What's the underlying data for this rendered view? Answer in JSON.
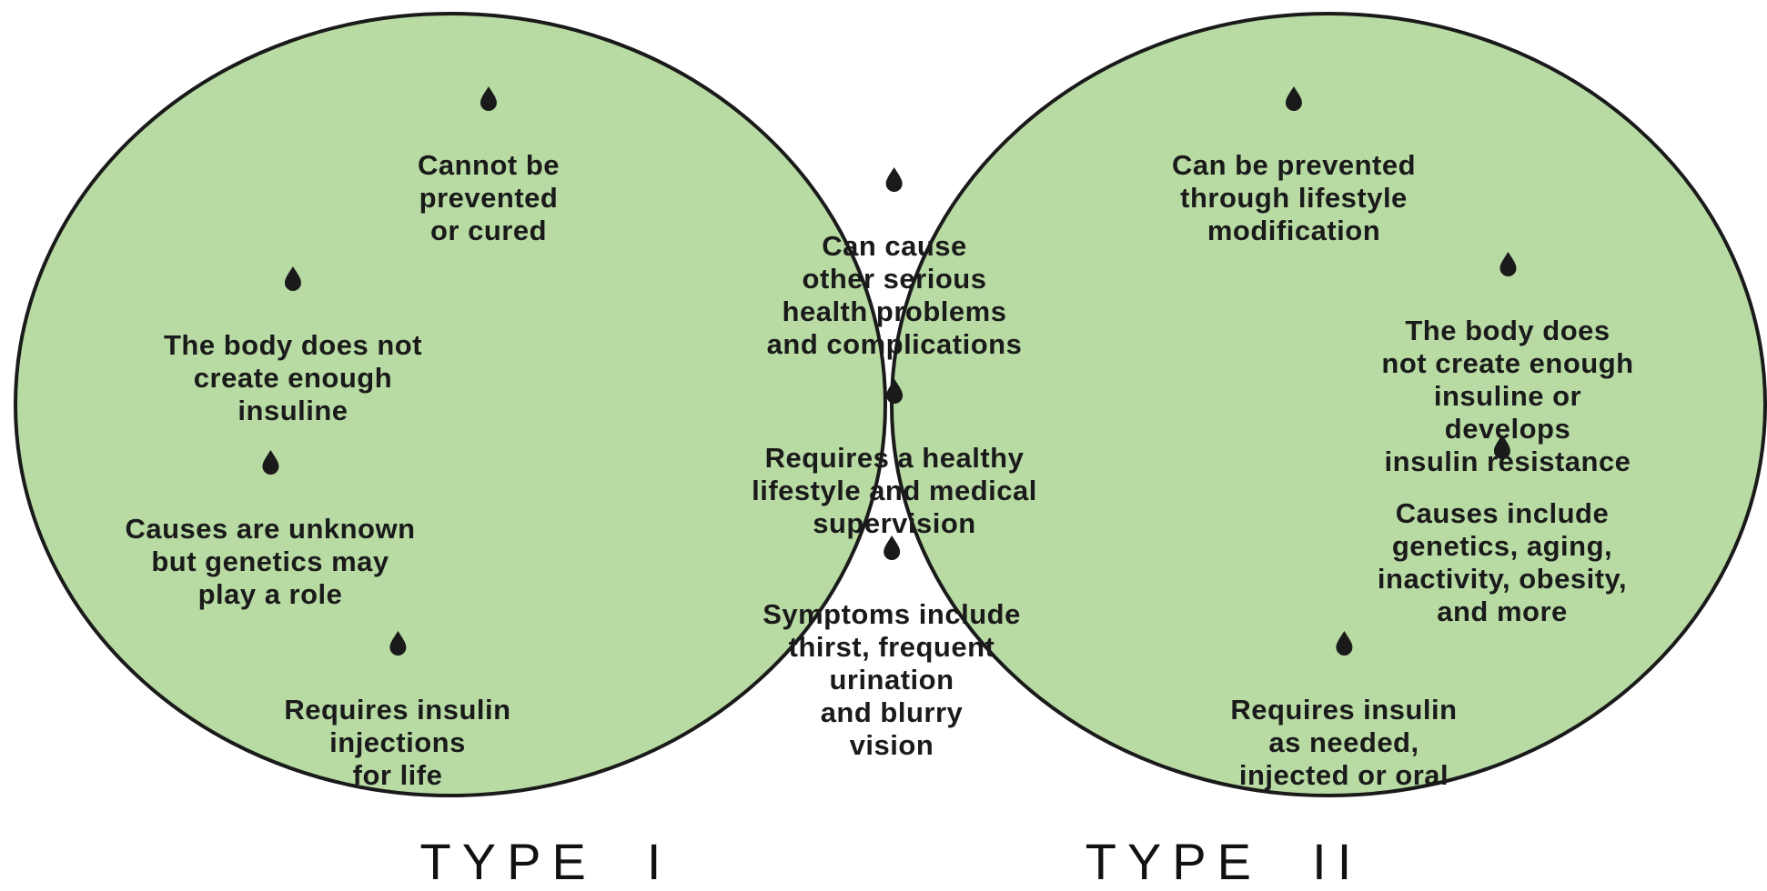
{
  "colors": {
    "circle_fill": "#b8dba4",
    "overlap_fill": "#ffffff",
    "outline": "#1a1a1a",
    "text": "#1a1a1a"
  },
  "icon": "droplet-icon",
  "left": {
    "label": "TYPE  I",
    "items": [
      "Cannot be\nprevented\nor cured",
      "The body does not\ncreate enough\ninsuline",
      "Causes are unknown\nbut genetics may\nplay a role",
      "Requires insulin\ninjections\nfor life"
    ]
  },
  "shared": {
    "items": [
      "Can cause\nother serious\nhealth problems\nand complications",
      "Requires a healthy\nlifestyle and medical\nsupervision",
      "Symptoms include\nthirst, frequent\nurination\nand blurry\nvision"
    ]
  },
  "right": {
    "label": "TYPE  II",
    "items": [
      "Can be prevented\nthrough lifestyle\nmodification",
      "The body does\nnot create enough\ninsuline or develops\ninsulin resistance",
      "Causes include\ngenetics, aging,\ninactivity, obesity,\nand more",
      "Requires insulin\nas needed,\ninjected or oral"
    ]
  }
}
